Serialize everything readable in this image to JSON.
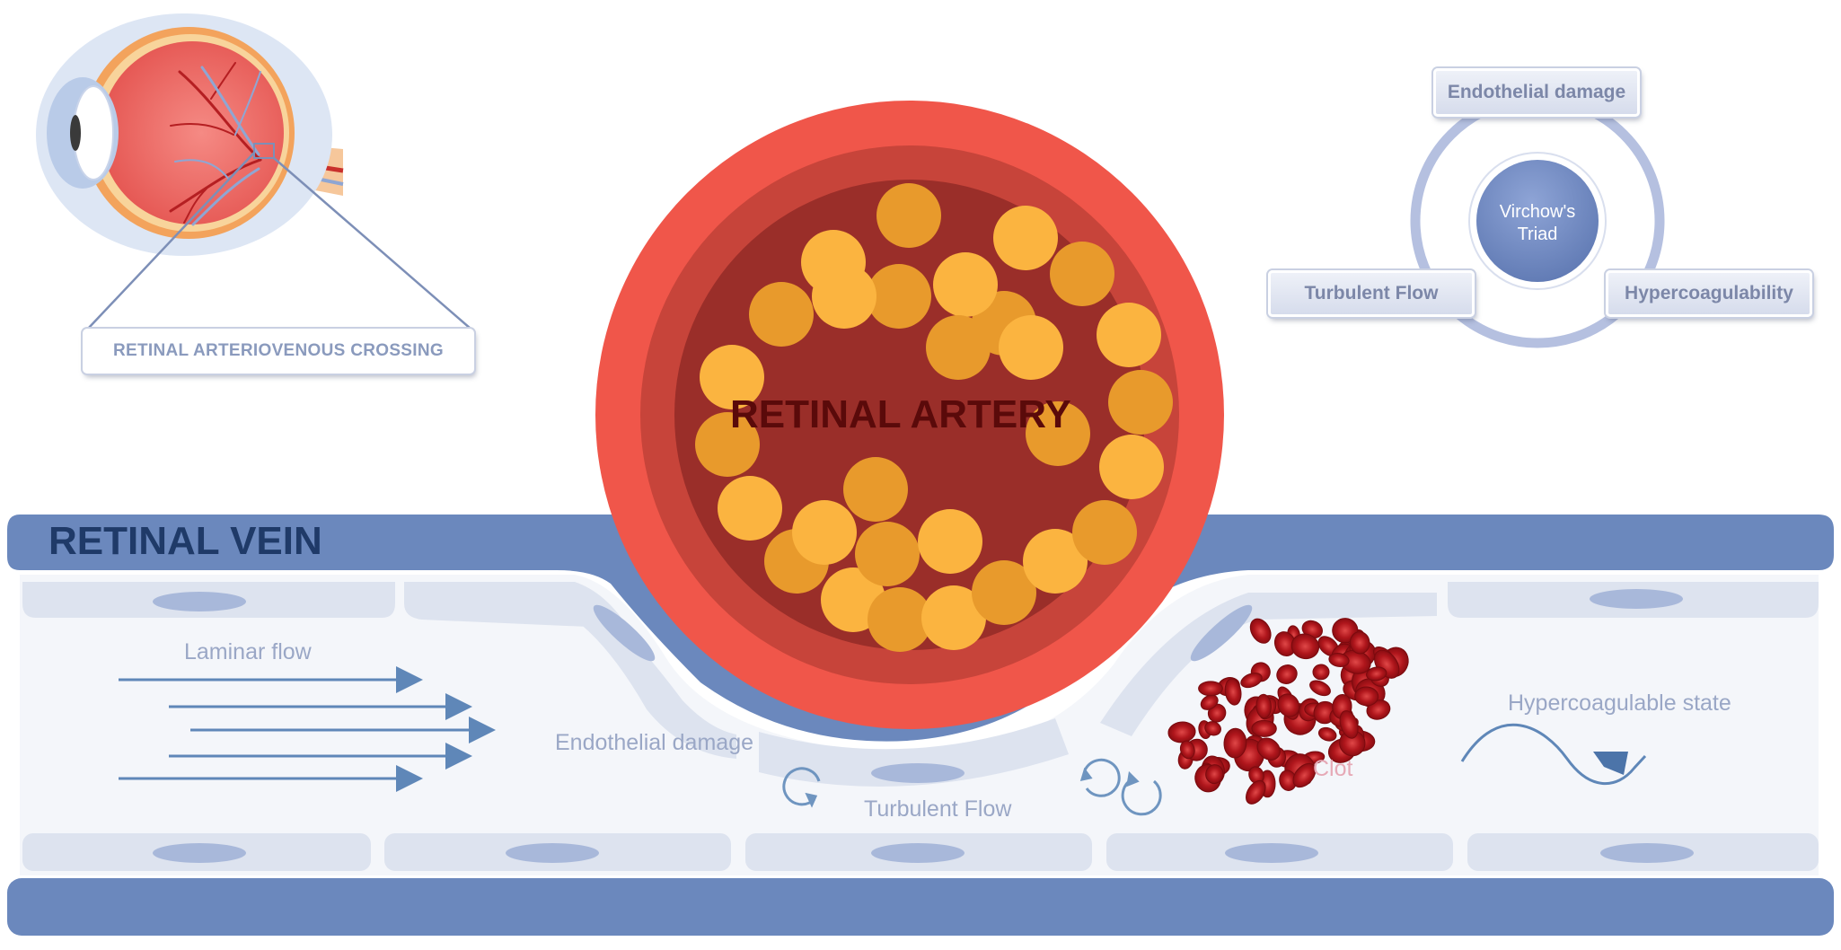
{
  "title_vein": "RETINAL VEIN",
  "title_artery": "RETINAL ARTERY",
  "crossing_label": "RETINAL ARTERIOVENOUS CROSSING",
  "triad": {
    "center": "Virchow's Triad",
    "top": "Endothelial damage",
    "left": "Turbulent Flow",
    "right": "Hypercoagulability"
  },
  "flow_labels": {
    "laminar": "Laminar flow",
    "endothelial": "Endothelial damage",
    "turbulent": "Turbulent Flow",
    "clot": "Clot",
    "hypercoag": "Hypercoagulable state"
  },
  "colors": {
    "vein_wall": "#6b88bd",
    "vein_lumen": "#f2f4f9",
    "endothelium": "#dde3ef",
    "artery_outer": "#f0564a",
    "artery_mid": "#c7443a",
    "artery_inner": "#9a2e29",
    "cell_light": "#fbb440",
    "cell_dark": "#e89a2c",
    "clot": "#c4161c",
    "artery_text": "#5a0a0a",
    "vein_text": "#1f3a68"
  }
}
